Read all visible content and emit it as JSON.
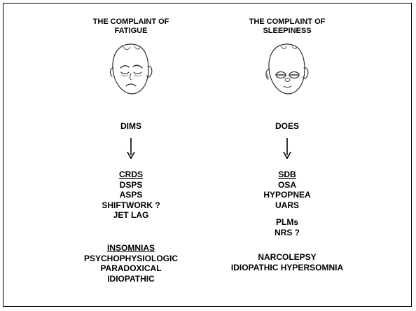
{
  "left": {
    "title_line1": "THE COMPLAINT OF",
    "title_line2": "FATIGUE",
    "stage": "DIMS",
    "group1": {
      "heading": "CRDS",
      "items": [
        "DSPS",
        "ASPS",
        "SHIFTWORK ?",
        "JET LAG"
      ]
    },
    "group2": {
      "heading": "INSOMNIAS",
      "items": [
        "PSYCHOPHYSIOLOGIC",
        "PARADOXICAL",
        "IDIOPATHIC"
      ]
    }
  },
  "right": {
    "title_line1": "THE COMPLAINT OF",
    "title_line2": "SLEEPINESS",
    "stage": "DOES",
    "group1": {
      "heading": "SDB",
      "items": [
        "OSA",
        "HYPOPNEA",
        "UARS"
      ]
    },
    "group2": {
      "items": [
        "PLMs",
        "NRS ?"
      ]
    },
    "group3": {
      "items": [
        "NARCOLEPSY",
        "IDIOPATHIC HYPERSOMNIA"
      ]
    }
  }
}
